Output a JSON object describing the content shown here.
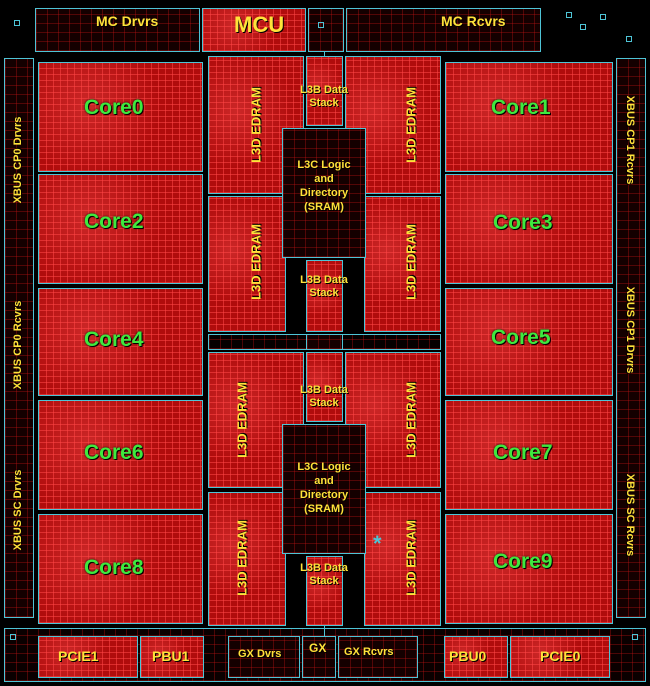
{
  "top": {
    "mc_drivers": "MC Drvrs",
    "mcu": "MCU",
    "mc_receivers": "MC Rcvrs"
  },
  "cores": [
    "Core0",
    "Core1",
    "Core2",
    "Core3",
    "Core4",
    "Core5",
    "Core6",
    "Core7",
    "Core8",
    "Core9"
  ],
  "l3d_edram_label": "L3D EDRAM",
  "l3b_data_stack": [
    "L3B Data",
    "Stack"
  ],
  "l3c": [
    "L3C Logic",
    "and",
    "Directory",
    "(SRAM)"
  ],
  "left_side": {
    "xbus_cp0_drivers": "XBUS CP0 Drvrs",
    "xbus_cp0_receivers": "XBUS CP0 Rcvrs",
    "xbus_sc_drivers": "XBUS SC Drvrs"
  },
  "right_side": {
    "xbus_cp1_receivers": "XBUS CP1 Rcvrs",
    "xbus_cp1_drivers": "XBUS CP1 Drvrs",
    "xbus_sc_receivers": "XBUS SC Rcvrs"
  },
  "bottom": {
    "pcie1": "PCIE1",
    "pbu1": "PBU1",
    "gx_drivers": "GX Dvrs",
    "gx": "GX",
    "gx_receivers": "GX Rcvrs",
    "pbu0": "PBU0",
    "pcie0": "PCIE0"
  },
  "marker": "*",
  "colors": {
    "logic_red": "#b00c0c",
    "wire_cyan": "#4ec4d6",
    "core_green": "#3ee83e",
    "label_yellow": "#ffe23a"
  }
}
